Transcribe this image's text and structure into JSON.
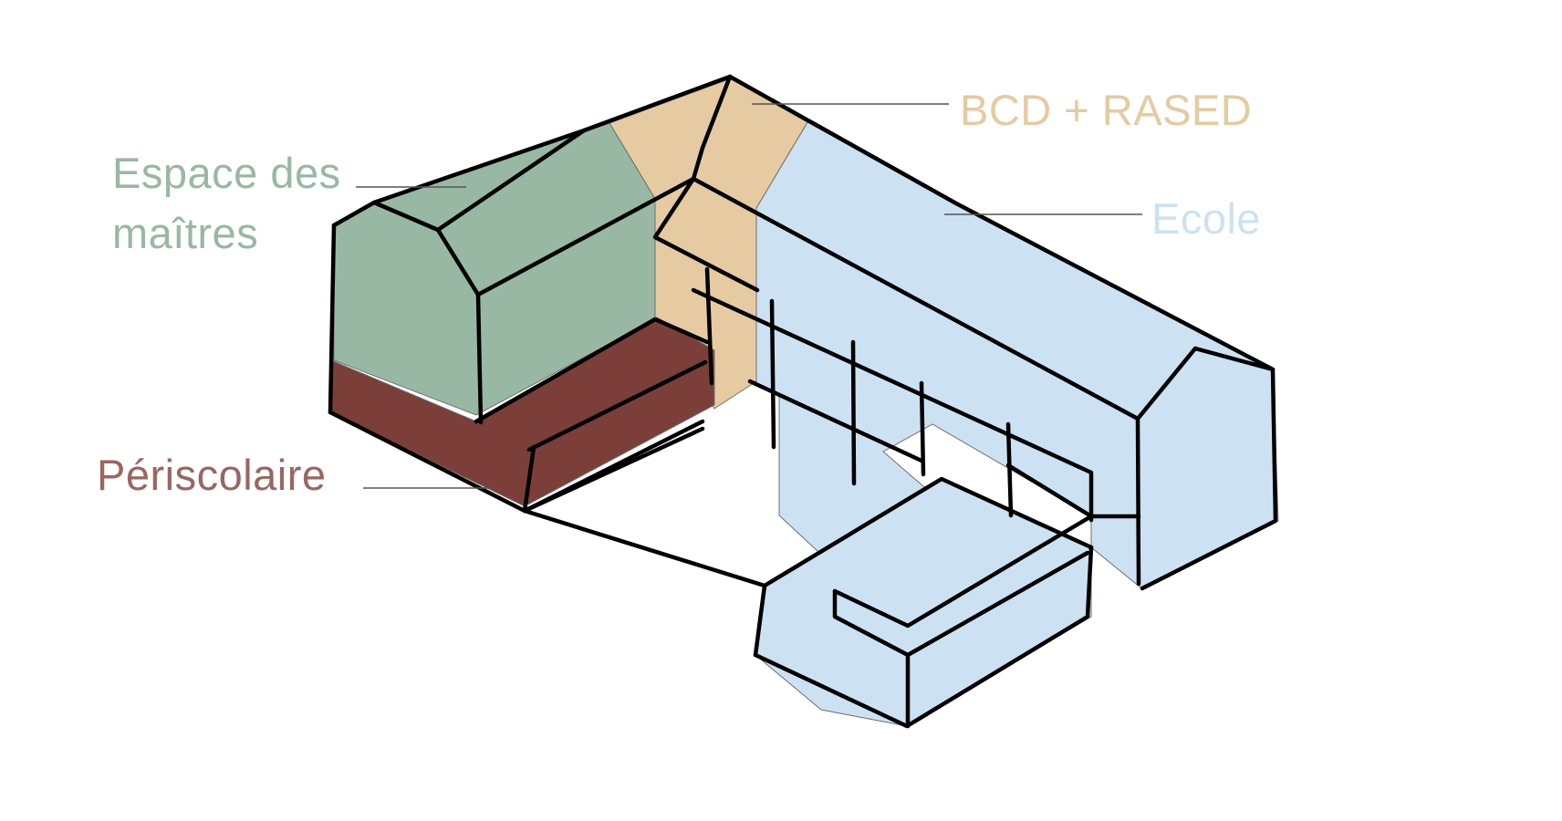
{
  "labels": {
    "espace_line1": "Espace des",
    "espace_line2": "maîtres",
    "bcd": "BCD + RASED",
    "ecole": "Ecole",
    "periscolaire": "Périscolaire"
  },
  "colors": {
    "espace": "#98b8a3",
    "bcd": "#e6caa1",
    "ecole": "#cce2f3",
    "periscolaire": "#7c3e39",
    "periscolaire_label": "#9a6660",
    "ink": "#000000",
    "background": "#ffffff"
  }
}
